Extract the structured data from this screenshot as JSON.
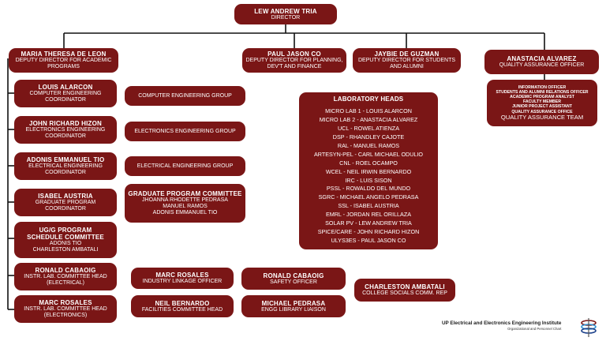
{
  "director": {
    "name": "LEW ANDREW TRIA",
    "role": "DIRECTOR"
  },
  "deputies": [
    {
      "name": "MARIA THERESA DE LEON",
      "role": "DEPUTY DIRECTOR FOR ACADEMIC PROGRAMS"
    },
    {
      "name": "PAUL JASON CO",
      "role": "DEPUTY DIRECTOR FOR PLANNING, DEV'T AND FINANCE"
    },
    {
      "name": "JAYBIE DE GUZMAN",
      "role": "DEPUTY DIRECTOR FOR STUDENTS AND ALUMNI"
    },
    {
      "name": "ANASTACIA ALVAREZ",
      "role": "QUALITY ASSURANCE OFFICER"
    }
  ],
  "qa_team": {
    "roles": [
      "INFORMATION OFFICER",
      "STUDENTS AND ALUMNI RELATIONS OFFICER",
      "ACADEMIC PROGRAM ANALYST",
      "FACULTY MEMBER",
      "JUNIOR PROJECT ASSISTANT",
      "QUALITY ASSURANCE OFFICE"
    ],
    "label": "QUALITY ASSURANCE TEAM"
  },
  "coordinators": [
    {
      "name": "LOUIS ALARCON",
      "role": "COMPUTER ENGINEERING COORDINATOR",
      "group": "COMPUTER ENGINEERING GROUP"
    },
    {
      "name": "JOHN RICHARD HIZON",
      "role": "ELECTRONICS ENGINEERING COORDINATOR",
      "group": "ELECTRONICS ENGINEERING GROUP"
    },
    {
      "name": "ADONIS EMMANUEL TIO",
      "role": "ELECTRICAL ENGINEERING COORDINATOR",
      "group": "ELECTRICAL ENGINEERING GROUP"
    },
    {
      "name": "ISABEL AUSTRIA",
      "role": "GRADUATE PROGRAM COORDINATOR"
    }
  ],
  "grad_committee": {
    "title": "GRADUATE PROGRAM COMMITTEE",
    "members": [
      "JHOANNA RHODETTE PEDRASA",
      "MANUEL RAMOS",
      "ADONIS EMMANUEL TIO"
    ]
  },
  "ug_committee": {
    "title": "UG/G PROGRAM SCHEDULE COMMITTEE",
    "members": [
      "ADONIS TIO",
      "CHARLESTON AMBATALI"
    ]
  },
  "lab_committees": [
    {
      "name": "RONALD CABAOIG",
      "role": "INSTR. LAB. COMMITTEE HEAD (ELECTRICAL)"
    },
    {
      "name": "MARC ROSALES",
      "role": "INSTR. LAB. COMMITTEE HEAD (ELECTRONICS)"
    }
  ],
  "officers": [
    {
      "name": "MARC ROSALES",
      "role": "INDUSTRY LINKAGE OFFICER"
    },
    {
      "name": "NEIL BERNARDO",
      "role": "FACILITIES COMMITTEE HEAD"
    },
    {
      "name": "RONALD CABAOIG",
      "role": "SAFETY OFFICER"
    },
    {
      "name": "MICHAEL PEDRASA",
      "role": "ENGG LIBRARY LIAISON"
    },
    {
      "name": "CHARLESTON AMBATALI",
      "role": "COLLEGE SOCIALS COMM. REP"
    }
  ],
  "lab_heads": {
    "title": "LABORATORY HEADS",
    "entries": [
      "MICRO LAB 1 - LOUIS ALARCON",
      "MICRO LAB 2 - ANASTACIA ALVAREZ",
      "UCL - ROWEL ATIENZA",
      "DSP - RHANDLEY CAJOTE",
      "RAL - MANUEL RAMOS",
      "ARTESYN-PEL - CARL MICHAEL ODULIO",
      "CNL - ROEL OCAMPO",
      "WCEL - NEIL IRWIN BERNARDO",
      "IRC - LUIS SISON",
      "PSSL - ROWALDO DEL MUNDO",
      "SGRC - MICHAEL ANGELO PEDRASA",
      "SSL - ISABEL AUSTRIA",
      "EMRL - JORDAN REL ORILLAZA",
      "SOLAR PV - LEW ANDREW TRIA",
      "SPICE/CARE - JOHN RICHARD HIZON",
      "ULYS3ES - PAUL JASON CO"
    ]
  },
  "footer": {
    "title": "UP Electrical and Electronics Engineering Institute",
    "subtitle": "Organizational and Personnel  Chart"
  },
  "colors": {
    "box": "#7a1616",
    "text": "#ffffff",
    "line": "#111111"
  },
  "icons": {
    "logo": "eeei-logo-icon"
  }
}
